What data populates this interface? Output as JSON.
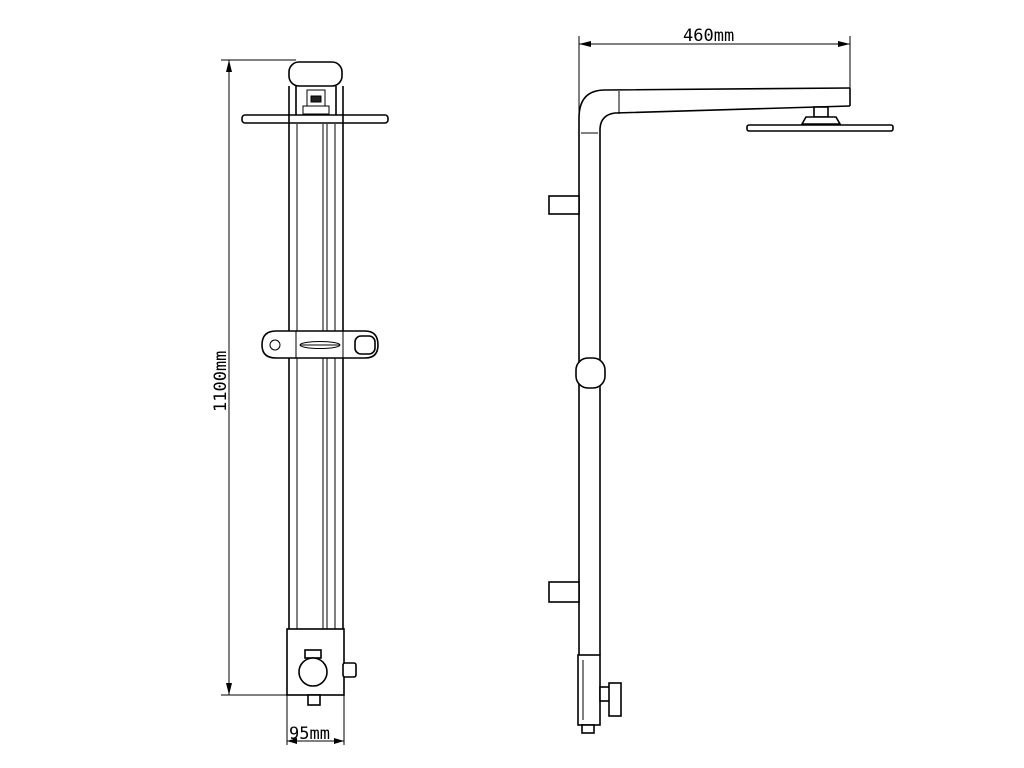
{
  "dimensions": {
    "height_label": "1100mm",
    "width_label": "95mm",
    "arm_label": "460mm"
  },
  "colors": {
    "line": "#000000",
    "background": "#ffffff",
    "fill_dark": "#222222"
  }
}
